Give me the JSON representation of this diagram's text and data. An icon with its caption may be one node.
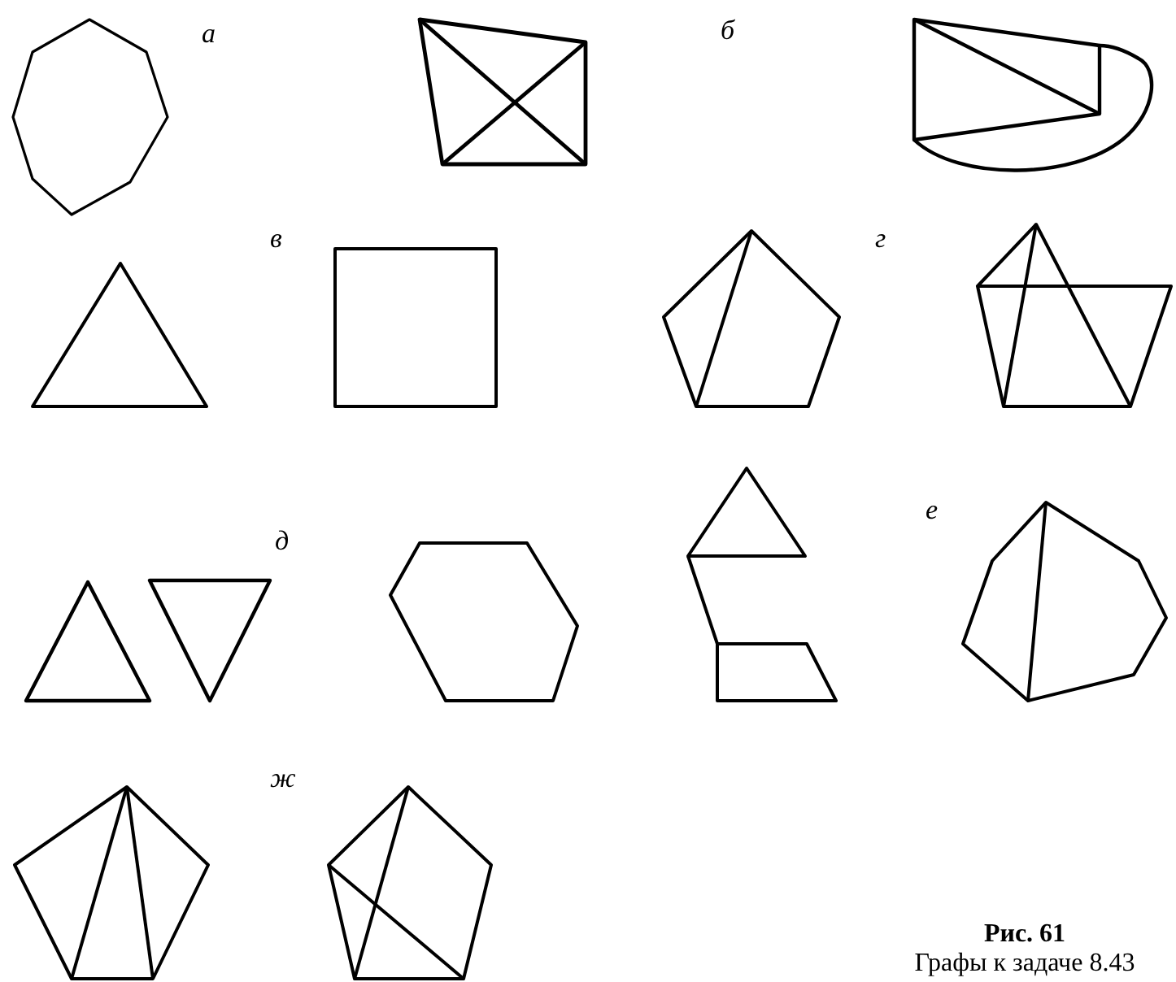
{
  "diagram": {
    "title": "Рис. 61",
    "caption": "Графы к задаче 8.43",
    "labels": [
      "а",
      "б",
      "в",
      "г",
      "д",
      "е",
      "ж"
    ]
  }
}
